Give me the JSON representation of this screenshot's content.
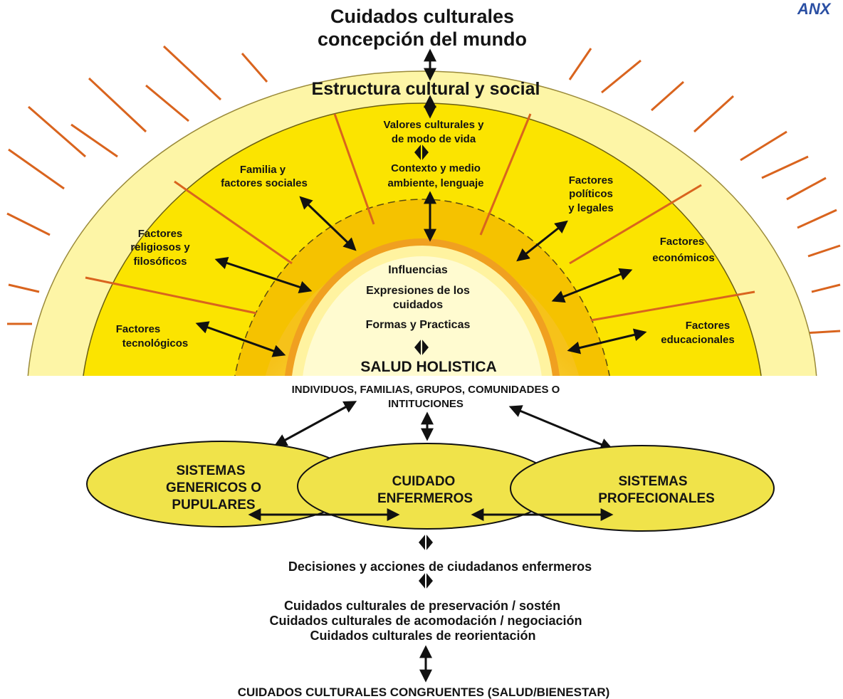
{
  "corner_logo": "ANX",
  "top": {
    "title_line1": "Cuidados culturales",
    "title_line2": "concepción del mundo",
    "structure": "Estructura cultural y social"
  },
  "factors": {
    "valores_l1": "Valores culturales y",
    "valores_l2": "de modo de vida",
    "contexto_l1": "Contexto y medio",
    "contexto_l2": "ambiente, lenguaje",
    "familia_l1": "Familia y",
    "familia_l2": "factores sociales",
    "politicos_l1": "Factores",
    "politicos_l2": "políticos",
    "politicos_l3": "y legales",
    "religiosos_l1": "Factores",
    "religiosos_l2": "religiosos y",
    "religiosos_l3": "filosóficos",
    "economicos_l1": "Factores",
    "economicos_l2": "económicos",
    "tecnologicos_l1": "Factores",
    "tecnologicos_l2": "tecnológicos",
    "educacionales_l1": "Factores",
    "educacionales_l2": "educacionales"
  },
  "center": {
    "influencias": "Influencias",
    "expresiones_l1": "Expresiones de los",
    "expresiones_l2": "cuidados",
    "formas": "Formas y Practicas",
    "salud": "SALUD HOLISTICA"
  },
  "mid": {
    "individuos_l1": "INDIVIDUOS, FAMILIAS, GRUPOS, COMUNIDADES O",
    "individuos_l2": "INTITUCIONES"
  },
  "ellipses": {
    "left_l1": "SISTEMAS",
    "left_l2": "GENERICOS O",
    "left_l3": "PUPULARES",
    "center_l1": "CUIDADO",
    "center_l2": "ENFERMEROS",
    "right_l1": "SISTEMAS",
    "right_l2": "PROFECIONALES"
  },
  "bottom": {
    "decisiones": "Decisiones  y acciones  de ciudadanos enfermeros",
    "cuidado1": "Cuidados culturales de preservación / sostén",
    "cuidado2": "Cuidados  culturales de acomodación / negociación",
    "cuidado3": "Cuidados  culturales de reorientación",
    "final": "CUIDADOS CULTURALES CONGRUENTES  (SALUD/BIENESTAR)"
  },
  "colors": {
    "outer_ring": "#fdf5a6",
    "yellow": "#fbe400",
    "orange_ring": "#f3a817",
    "ray": "#d9641e",
    "ellipse_fill": "#f0e34a"
  }
}
